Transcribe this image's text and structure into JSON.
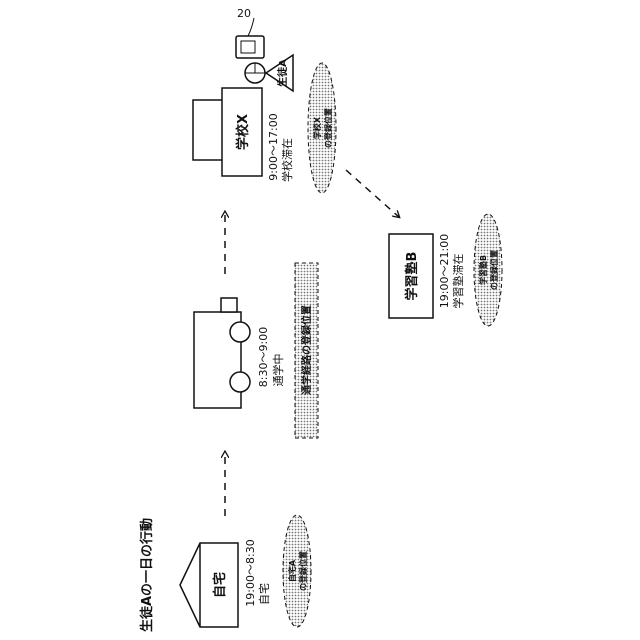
{
  "title": "生徒Aの一日の行動",
  "home": {
    "label": "自宅",
    "time": "19:00～8:30",
    "status": "自宅",
    "region": [
      "自宅A",
      "の登録位置"
    ]
  },
  "commute": {
    "time": "8:30～9:00",
    "status": "通学中",
    "region": "通学経路の登録位置"
  },
  "school": {
    "label": "学校X",
    "time": "9:00～17:00",
    "status": "学校滞在",
    "region": [
      "学校X",
      "の登録位置"
    ]
  },
  "cram": {
    "label": "学習塾B",
    "time": "19:00～21:00",
    "status": "学習塾滞在",
    "region": [
      "学習塾B",
      "の登録位置"
    ]
  },
  "student": {
    "label": "生徒A",
    "device_ref": "20"
  },
  "colors": {
    "stroke": "#111111",
    "dotted_fill": "#cfcfcf"
  }
}
